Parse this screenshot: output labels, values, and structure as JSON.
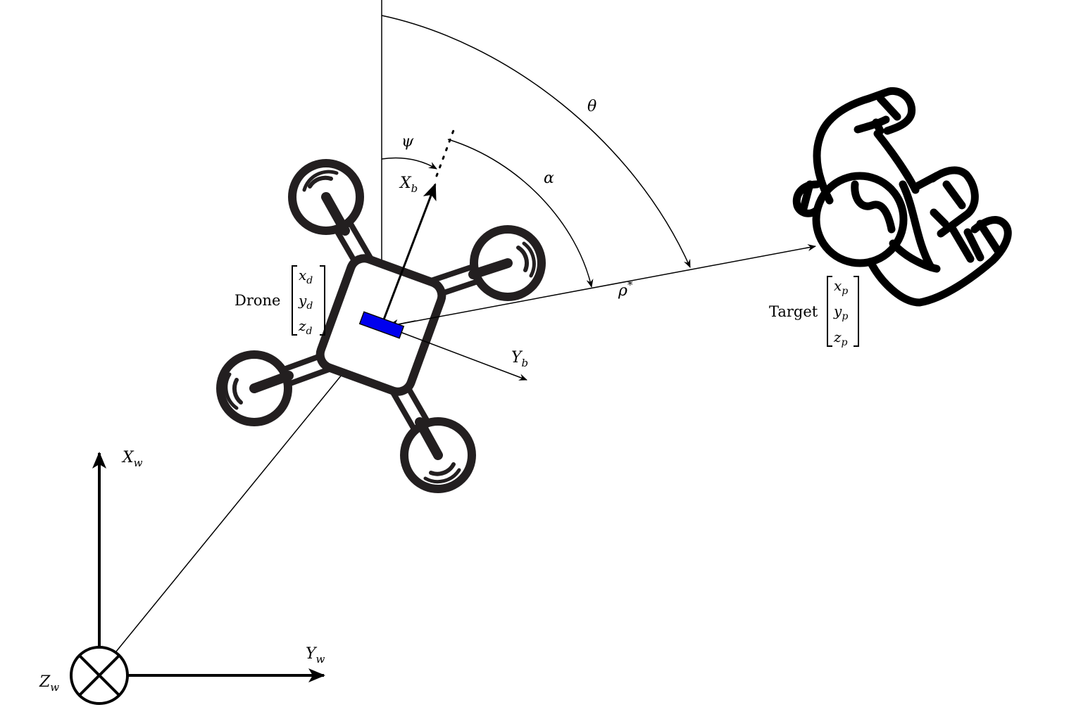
{
  "world_frame": {
    "x_axis": {
      "base": "X",
      "sub": "w"
    },
    "y_axis": {
      "base": "Y",
      "sub": "w"
    },
    "z_axis": {
      "base": "Z",
      "sub": "w"
    }
  },
  "body_frame": {
    "x_axis": {
      "base": "X",
      "sub": "b"
    },
    "y_axis": {
      "base": "Y",
      "sub": "b"
    }
  },
  "angles": {
    "psi": "ψ",
    "alpha": "α",
    "theta": "θ"
  },
  "distance": {
    "base": "ρ",
    "sup": "*"
  },
  "drone": {
    "label": "Drone",
    "vector": [
      {
        "base": "x",
        "sub": "d"
      },
      {
        "base": "y",
        "sub": "d"
      },
      {
        "base": "z",
        "sub": "d"
      }
    ],
    "marker_color": "#0000ee"
  },
  "target": {
    "label": "Target",
    "vector": [
      {
        "base": "x",
        "sub": "p"
      },
      {
        "base": "y",
        "sub": "p"
      },
      {
        "base": "z",
        "sub": "p"
      }
    ]
  },
  "colors": {
    "line": "#000000",
    "icon": "#231f20",
    "drone_marker": "#0000ee"
  }
}
